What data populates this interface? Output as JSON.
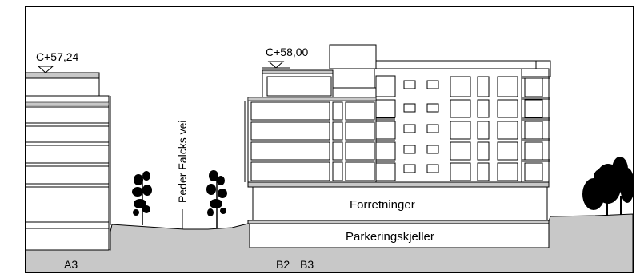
{
  "section": {
    "elevations": {
      "left": "C+57,24",
      "middle": "C+58,00"
    },
    "street_name": "Peder Falcks vei",
    "uses": {
      "ground_floor": "Forretninger",
      "basement": "Parkeringskjeller"
    },
    "building_labels": {
      "left": "A3",
      "middle_1": "B2",
      "middle_2": "B3"
    }
  }
}
